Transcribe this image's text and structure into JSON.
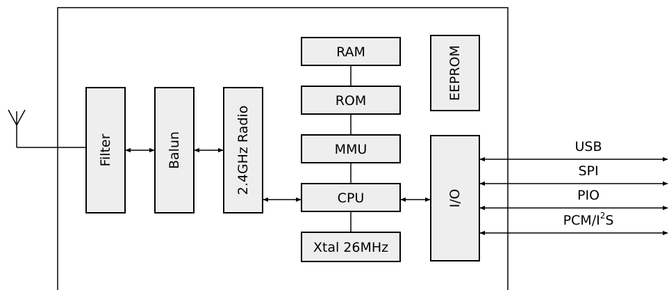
{
  "blocks": {
    "filter": "Filter",
    "balun": "Balun",
    "radio": "2.4GHz Radio",
    "ram": "RAM",
    "rom": "ROM",
    "mmu": "MMU",
    "cpu": "CPU",
    "xtal": "Xtal 26MHz",
    "eeprom": "EEPROM",
    "io": "I/O"
  },
  "interfaces": {
    "usb": "USB",
    "spi": "SPI",
    "pio": "PIO",
    "pcm_prefix": "PCM/I",
    "pcm_sup": "2",
    "pcm_suffix": "S"
  },
  "colors": {
    "block_fill": "#eeeeee",
    "stroke": "#000000"
  }
}
